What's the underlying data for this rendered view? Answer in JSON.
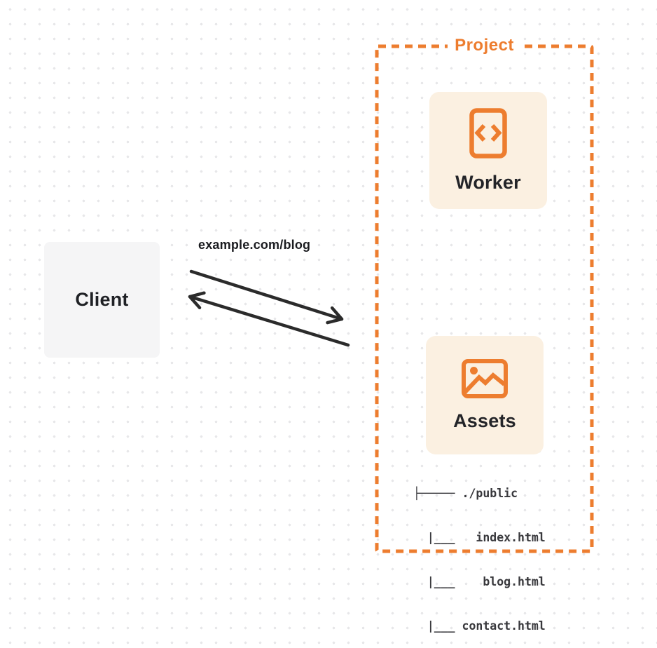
{
  "colors": {
    "accent_orange": "#ED7D2F",
    "card_cream": "#FBF0E1",
    "client_gray": "#F5F5F6",
    "arrow_dark": "#2B2B2B",
    "text_dark": "#1F2125",
    "dot_grid_gray": "#E7E7E9"
  },
  "client": {
    "label": "Client"
  },
  "request": {
    "label": "example.com/blog"
  },
  "project": {
    "label": "Project",
    "worker": {
      "label": "Worker",
      "icon": "code-document-icon"
    },
    "assets": {
      "label": "Assets",
      "icon": "image-icon",
      "file_tree": [
        "├───── ./public",
        "  |___   index.html",
        "  |___    blog.html",
        "  |___ contact.html"
      ]
    }
  }
}
